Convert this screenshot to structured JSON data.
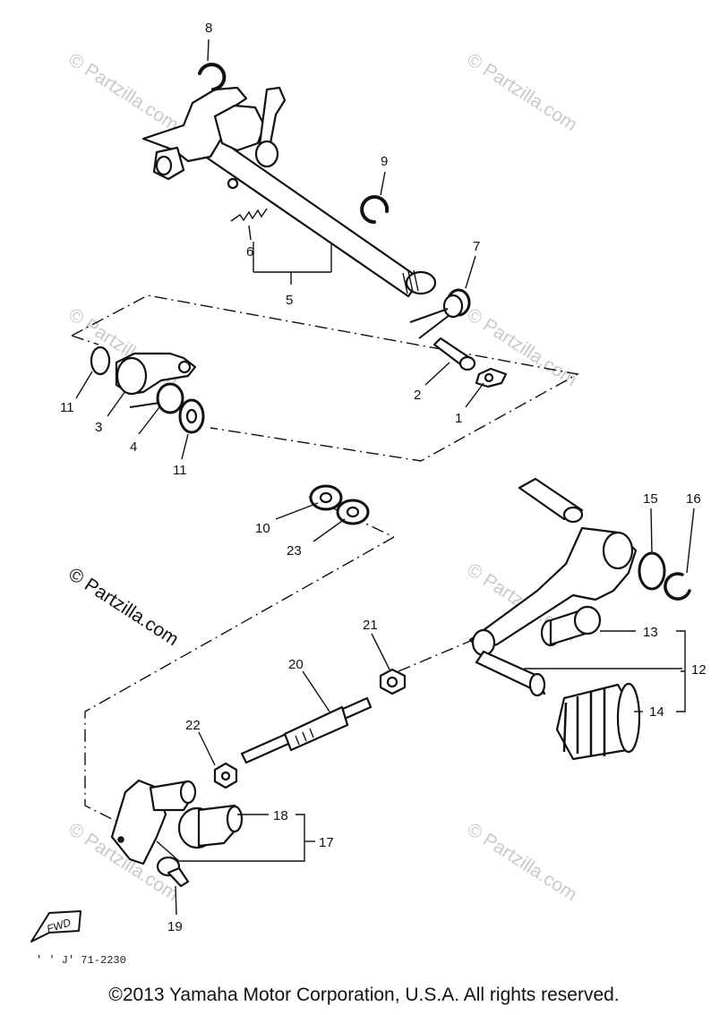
{
  "diagram": {
    "callouts": [
      {
        "id": "c8",
        "text": "8"
      },
      {
        "id": "c9",
        "text": "9"
      },
      {
        "id": "c6",
        "text": "6"
      },
      {
        "id": "c5",
        "text": "5"
      },
      {
        "id": "c7",
        "text": "7"
      },
      {
        "id": "c2",
        "text": "2"
      },
      {
        "id": "c1",
        "text": "1"
      },
      {
        "id": "c11a",
        "text": "11"
      },
      {
        "id": "c3",
        "text": "3"
      },
      {
        "id": "c4",
        "text": "4"
      },
      {
        "id": "c11b",
        "text": "11"
      },
      {
        "id": "c10",
        "text": "10"
      },
      {
        "id": "c23",
        "text": "23"
      },
      {
        "id": "c15",
        "text": "15"
      },
      {
        "id": "c16",
        "text": "16"
      },
      {
        "id": "c13",
        "text": "13"
      },
      {
        "id": "c12",
        "text": "12"
      },
      {
        "id": "c14",
        "text": "14"
      },
      {
        "id": "c21",
        "text": "21"
      },
      {
        "id": "c20",
        "text": "20"
      },
      {
        "id": "c22",
        "text": "22"
      },
      {
        "id": "c18",
        "text": "18"
      },
      {
        "id": "c17",
        "text": "17"
      },
      {
        "id": "c19",
        "text": "19"
      }
    ],
    "fwd_label": "FWD",
    "ref_code": "' ' J' 71-2230",
    "watermark": "© Partzilla.com"
  },
  "footer": {
    "copyright": "©2013  Yamaha Motor Corporation, U.S.A. All rights reserved."
  }
}
